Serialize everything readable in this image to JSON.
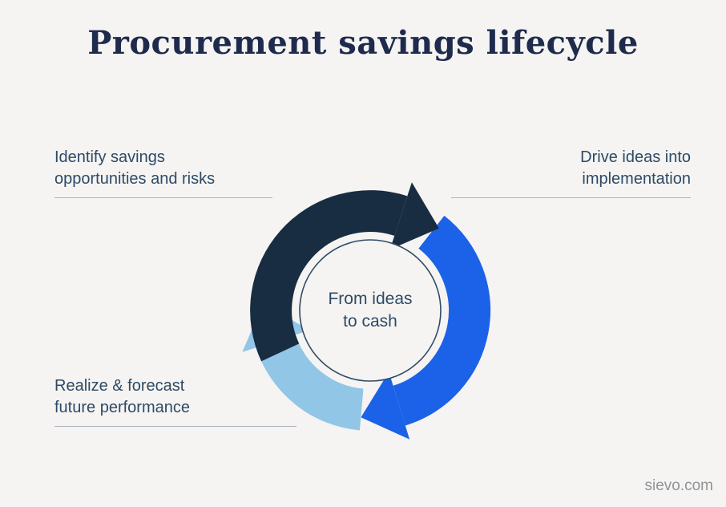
{
  "title": "Procurement savings lifecycle",
  "center": {
    "label": "From ideas to cash"
  },
  "labels": {
    "top_left": {
      "lines": [
        "Identify savings",
        "opportunities and risks"
      ]
    },
    "top_right": {
      "lines": [
        "Drive ideas into",
        "implementation"
      ]
    },
    "bottom_left": {
      "lines": [
        "Realize & forecast",
        "future performance"
      ]
    }
  },
  "footer": {
    "site": "sievo.com"
  },
  "colors": {
    "dark_navy": "#182c42",
    "blue": "#1c62e8",
    "light_blue": "#92c6e6",
    "text_navy": "#2e4a66"
  },
  "diagram": {
    "type": "cycle",
    "steps": [
      {
        "label": "Identify savings opportunities and risks",
        "color": "#182c42"
      },
      {
        "label": "Drive ideas into implementation",
        "color": "#1c62e8"
      },
      {
        "label": "Realize & forecast future performance",
        "color": "#92c6e6"
      }
    ],
    "center_text": "From ideas to cash"
  }
}
